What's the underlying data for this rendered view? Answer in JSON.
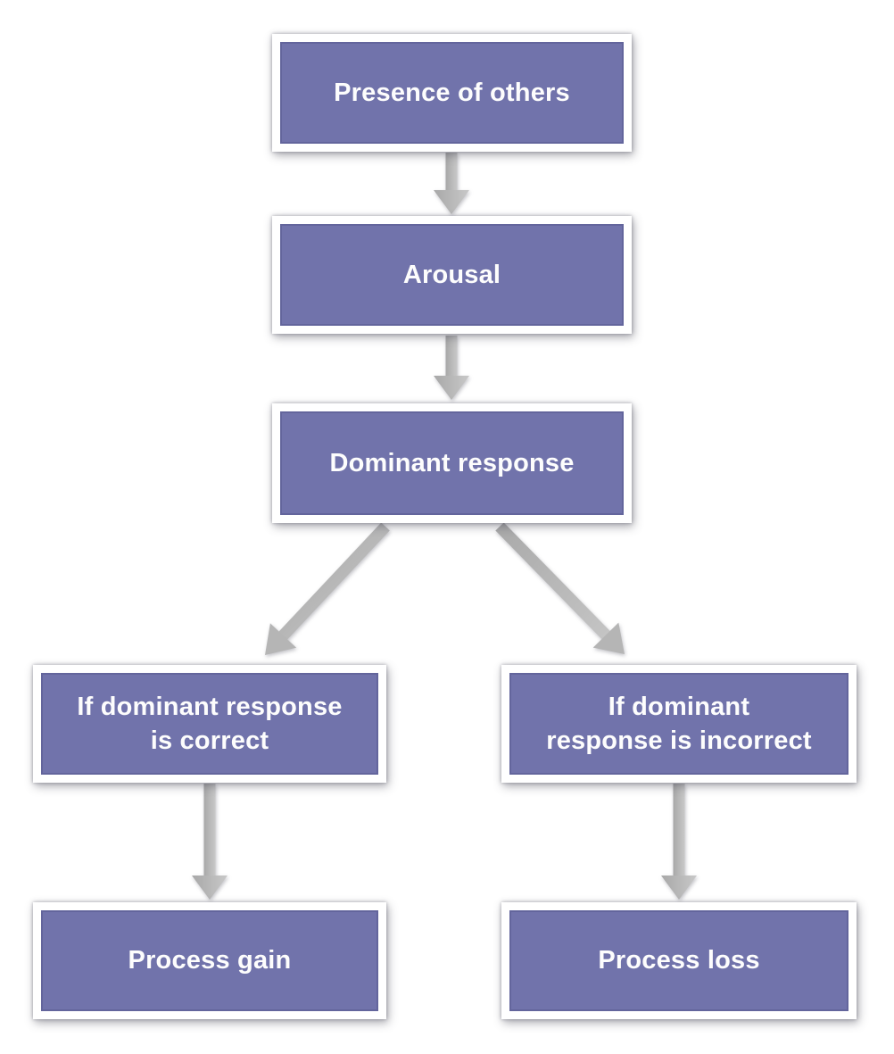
{
  "diagram": {
    "type": "flowchart",
    "background_color": "#ffffff",
    "node_fill_color": "#7173ab",
    "node_inner_border_color": "#63659c",
    "node_outer_border_color": "#ffffff",
    "node_text_color": "#fdfdfd",
    "arrow_color": "#b7b7b7",
    "nodes": [
      {
        "id": "presence",
        "label": "Presence of others"
      },
      {
        "id": "arousal",
        "label": "Arousal"
      },
      {
        "id": "dominant",
        "label": "Dominant response"
      },
      {
        "id": "correct",
        "label": "If dominant response\nis correct"
      },
      {
        "id": "incorrect",
        "label": "If dominant\nresponse is incorrect"
      },
      {
        "id": "gain",
        "label": "Process gain"
      },
      {
        "id": "loss",
        "label": "Process loss"
      }
    ],
    "edges": [
      {
        "from": "presence",
        "to": "arousal"
      },
      {
        "from": "arousal",
        "to": "dominant"
      },
      {
        "from": "dominant",
        "to": "correct"
      },
      {
        "from": "dominant",
        "to": "incorrect"
      },
      {
        "from": "correct",
        "to": "gain"
      },
      {
        "from": "incorrect",
        "to": "loss"
      }
    ]
  }
}
